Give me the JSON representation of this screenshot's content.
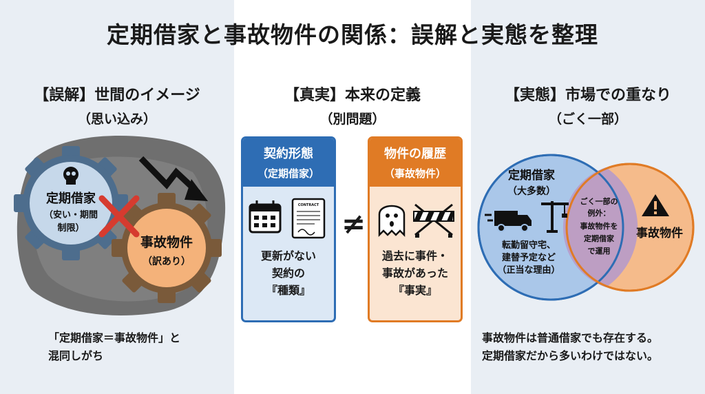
{
  "title": "定期借家と事故物件の関係：誤解と実態を整理",
  "left": {
    "heading": "【誤解】世間のイメージ",
    "subheading": "（思い込み）",
    "gear1": {
      "title": "定期借家",
      "line1": "（安い・期間",
      "line2": "制限）"
    },
    "gear2": {
      "title": "事故物件",
      "line1": "（訳あり）"
    },
    "caption_line1": "「定期借家＝事故物件」と",
    "caption_line2": "混同しがち"
  },
  "middle": {
    "heading": "【真実】本来の定義",
    "subheading": "（別問題）",
    "card1": {
      "title": "契約形態",
      "subtitle": "（定期借家）",
      "doc_label": "CONTRACT",
      "text1": "更新がない",
      "text2": "契約の",
      "text3": "『種類』"
    },
    "neq": "≠",
    "card2": {
      "title": "物件の履歴",
      "subtitle": "（事故物件）",
      "text1": "過去に事件・",
      "text2": "事故があった",
      "text3": "『事実』"
    }
  },
  "right": {
    "heading": "【実態】市場での重なり",
    "subheading": "（ごく一部）",
    "circle1": {
      "title": "定期借家",
      "sub": "（大多数）",
      "line1": "転勤留守宅、",
      "line2": "建替予定など",
      "line3": "（正当な理由）"
    },
    "overlap": {
      "line1": "ごく一部の",
      "line2": "例外：",
      "line3": "事故物件を",
      "line4": "定期借家",
      "line5": "で運用"
    },
    "circle2": {
      "title": "事故物件"
    },
    "caption_line1": "事故物件は普通借家でも存在する。",
    "caption_line2": "定期借家だから多いわけではない。"
  },
  "colors": {
    "blue": "#2e6db4",
    "orange": "#e07b25",
    "overlap": "#b79bc9",
    "red_x": "#d63b2f"
  }
}
